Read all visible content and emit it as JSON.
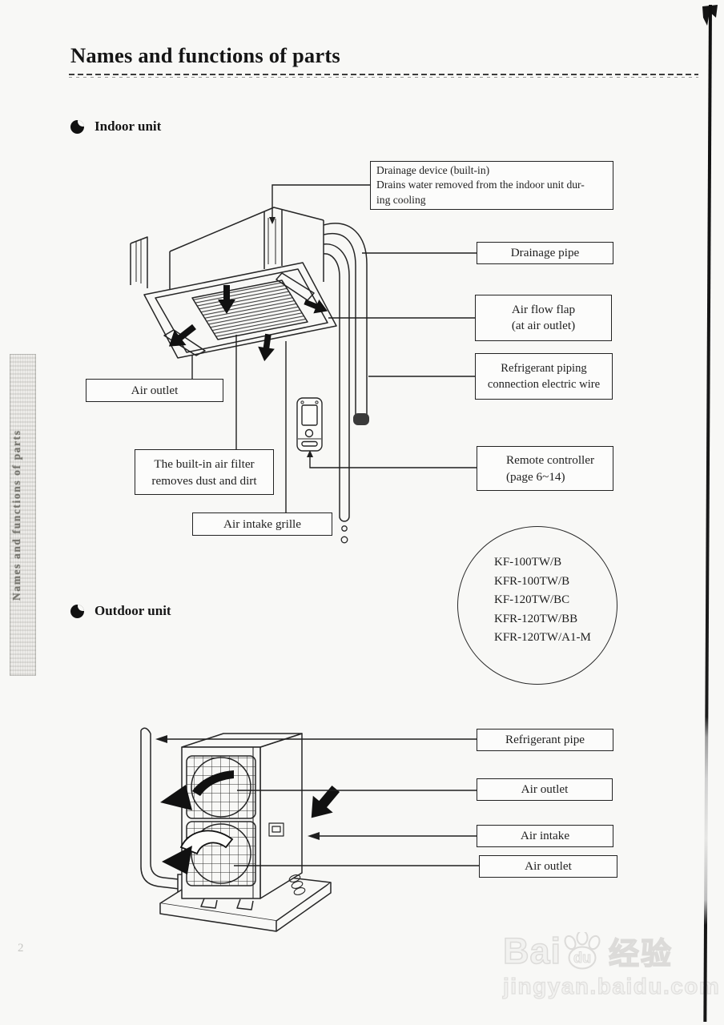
{
  "page": {
    "title": "Names and functions of parts",
    "page_number": "2"
  },
  "sections": {
    "indoor_label": "Indoor unit",
    "outdoor_label": "Outdoor unit"
  },
  "indoor_callouts": {
    "drainage_device_line1": "Drainage device (built-in)",
    "drainage_device_line2": "Drains water removed from the indoor unit dur-",
    "drainage_device_line3": "ing cooling",
    "drainage_pipe": "Drainage pipe",
    "air_flow_flap_line1": "Air flow flap",
    "air_flow_flap_line2": "(at air outlet)",
    "refrigerant_piping_line1": "Refrigerant piping",
    "refrigerant_piping_line2": "connection electric wire",
    "air_outlet": "Air outlet",
    "air_filter_line1": "The built-in air filter",
    "air_filter_line2": "removes dust and dirt",
    "air_intake_grille": "Air intake grille",
    "remote_controller_line1": "Remote controller",
    "remote_controller_line2": "(page 6~14)"
  },
  "models": [
    "KF-100TW/B",
    "KFR-100TW/B",
    "KF-120TW/BC",
    "KFR-120TW/BB",
    "KFR-120TW/A1-M"
  ],
  "outdoor_callouts": {
    "refrigerant_pipe": "Refrigerant pipe",
    "air_outlet_top": "Air outlet",
    "air_intake": "Air intake",
    "air_outlet_bottom": "Air outlet"
  },
  "sidebar": {
    "vertical_label": "Names and functions of parts"
  },
  "watermark": {
    "brand": "Bai",
    "paw_text": "du",
    "brand_cn": "经验",
    "url": "jingyan.baidu.com"
  },
  "colors": {
    "ink": "#1f1f1f",
    "paper": "#f8f8f6",
    "watermark_stroke": "#dcdbd9"
  }
}
